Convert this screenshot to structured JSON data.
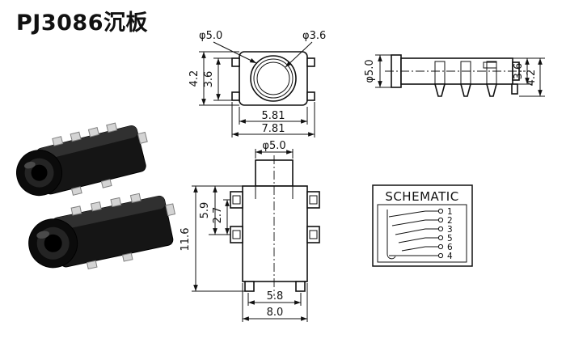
{
  "title": "PJ3086沉板",
  "top_view": {
    "dia_outer": "φ5.0",
    "dia_inner": "φ3.6",
    "h_outer": "4.2",
    "h_inner": "3.6",
    "w_inner": "5.81",
    "w_outer": "7.81"
  },
  "side_view": {
    "dia": "φ5.0",
    "body_h": "3.6",
    "total_h": "4.2"
  },
  "front_view": {
    "dia": "φ5.0",
    "pin_pitch": "2.7",
    "upper_h": "5.9",
    "total_h": "11.6",
    "w_inner": "5.8",
    "w_outer": "8.0"
  },
  "schematic": {
    "title": "SCHEMATIC",
    "pins": [
      "1",
      "2",
      "3",
      "5",
      "6",
      "4"
    ]
  }
}
